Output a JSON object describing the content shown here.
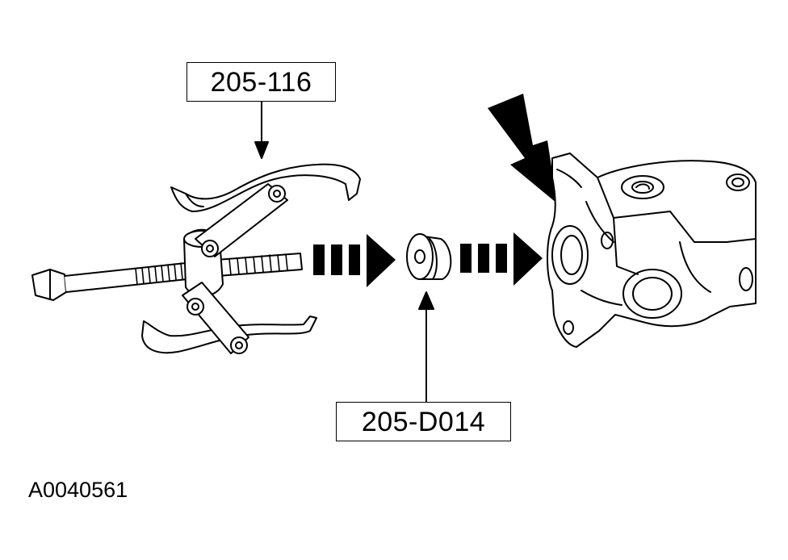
{
  "callouts": {
    "puller_tool": "205-116",
    "seal_installer_tool": "205-D014"
  },
  "figure_id": "A0040561",
  "colors": {
    "line": "#000000",
    "background": "#ffffff"
  },
  "icons": [
    "two-jaw-puller-icon",
    "seal-installer-icon",
    "axle-housing-icon",
    "direction-arrow-icon",
    "pointer-arrow-icon"
  ]
}
